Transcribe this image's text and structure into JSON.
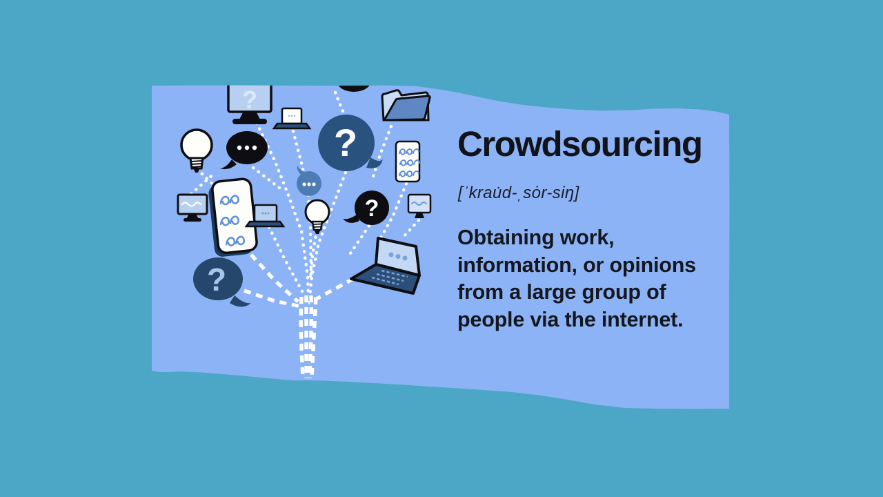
{
  "card": {
    "title": "Crowdsourcing",
    "pronunciation": "[ˈkrau̇d-ˌsȯr-siŋ]",
    "definition_lines": [
      "Obtaining work,",
      "information, or opinions",
      "from a large group of",
      "people via the internet."
    ]
  },
  "illustration": {
    "caption": "Tree of connected devices, lightbulbs and speech bubbles drawn with white dotted branches",
    "glyphs": {
      "question": "?"
    },
    "icons": [
      "question-monitor-icon",
      "mini-laptop-top-icon",
      "black-dots-bubble-icon",
      "open-folder-icon",
      "blue-question-bubble-icon",
      "scribble-note-icon",
      "lightbulb-icon",
      "wave-monitor-left-icon",
      "scribble-smartphone-icon",
      "mini-laptop-left-icon",
      "blue-dots-bubble-icon",
      "small-lightbulb-icon",
      "black-question-bubble-icon",
      "wave-monitor-right-icon",
      "large-laptop-icon",
      "navy-question-bubble-icon"
    ]
  },
  "colors": {
    "background_teal": "#4CA7C6",
    "paper_blue": "#8DB3F7",
    "text_dark": "#15171E",
    "ink_black": "#0E0E12",
    "navy": "#24476B",
    "deep_blue": "#2A527E",
    "mid_blue": "#4D7CB5",
    "steel_blue": "#5E87C3",
    "screen_blue": "#B7D0F2",
    "squiggle_blue": "#5D8ED6",
    "branch_white": "#FFFFFF"
  }
}
